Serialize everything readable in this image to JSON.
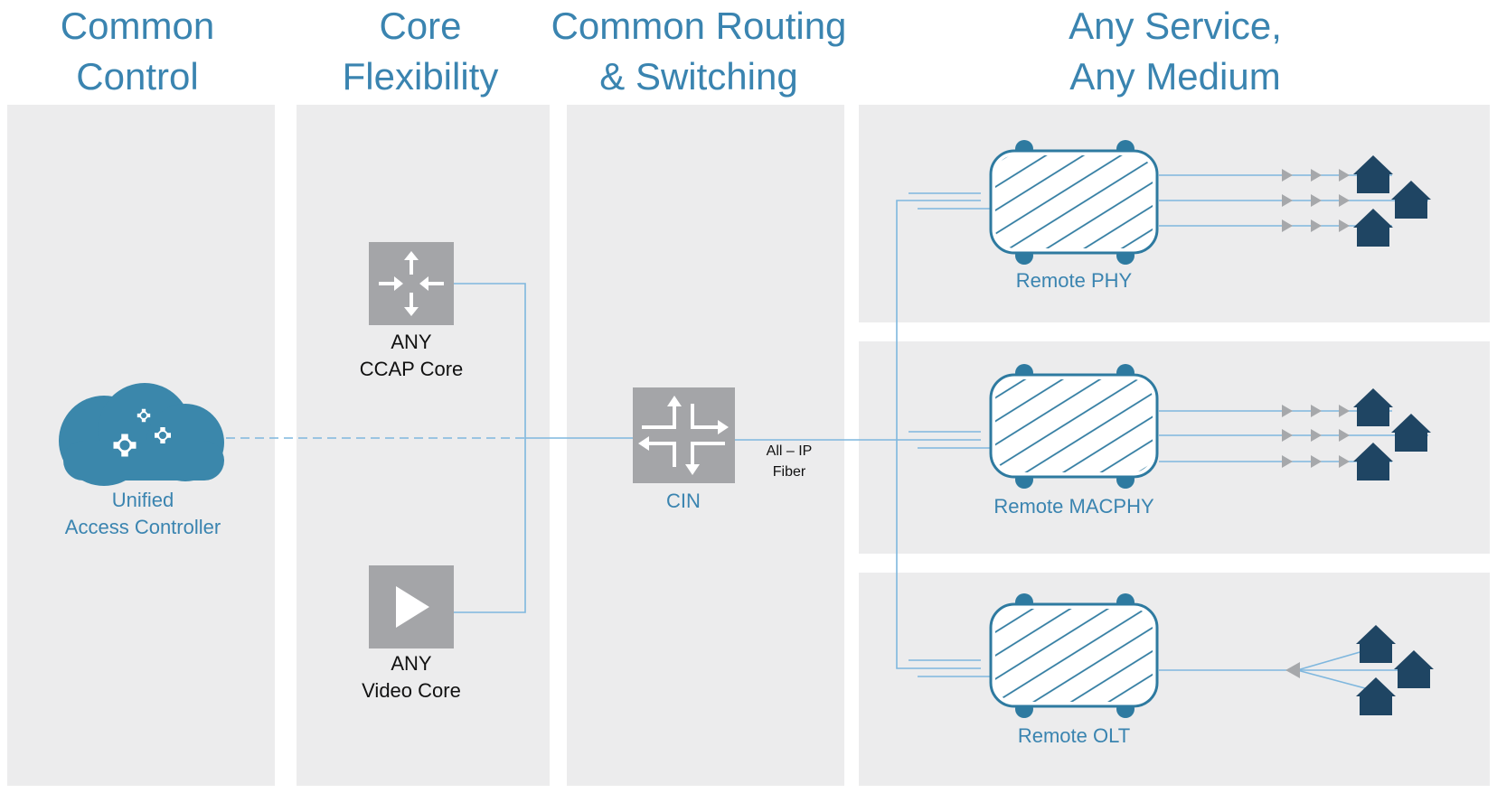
{
  "columns": {
    "common_control": [
      "Common",
      "Control"
    ],
    "core_flexibility": [
      "Core",
      "Flexibility"
    ],
    "common_routing": [
      "Common Routing",
      "& Switching"
    ],
    "any_service": [
      "Any Service,",
      "Any Medium"
    ]
  },
  "nodes": {
    "controller": [
      "Unified",
      "Access Controller"
    ],
    "ccap_core": [
      "ANY",
      "CCAP Core"
    ],
    "video_core": [
      "ANY",
      "Video Core"
    ],
    "cin": "CIN",
    "fiber": [
      "All – IP",
      "Fiber"
    ],
    "remote_phy": "Remote PHY",
    "remote_macphy": "Remote MACPHY",
    "remote_olt": "Remote OLT"
  },
  "icons": {
    "controller": "cloud-gears-icon",
    "ccap_core": "router-arrows-icon",
    "video_core": "play-icon",
    "cin": "switch-arrows-icon",
    "remote_node": "remote-node-icon",
    "home": "home-icon"
  },
  "colors": {
    "title": "#3a84b0",
    "panel": "#ececed",
    "line": "#7fb7de",
    "node_outline": "#2e7aa0",
    "home": "#1f4563",
    "core_box": "#a4a5a8",
    "cloud": "#3b87ab",
    "arrow": "#a6a8ab"
  }
}
